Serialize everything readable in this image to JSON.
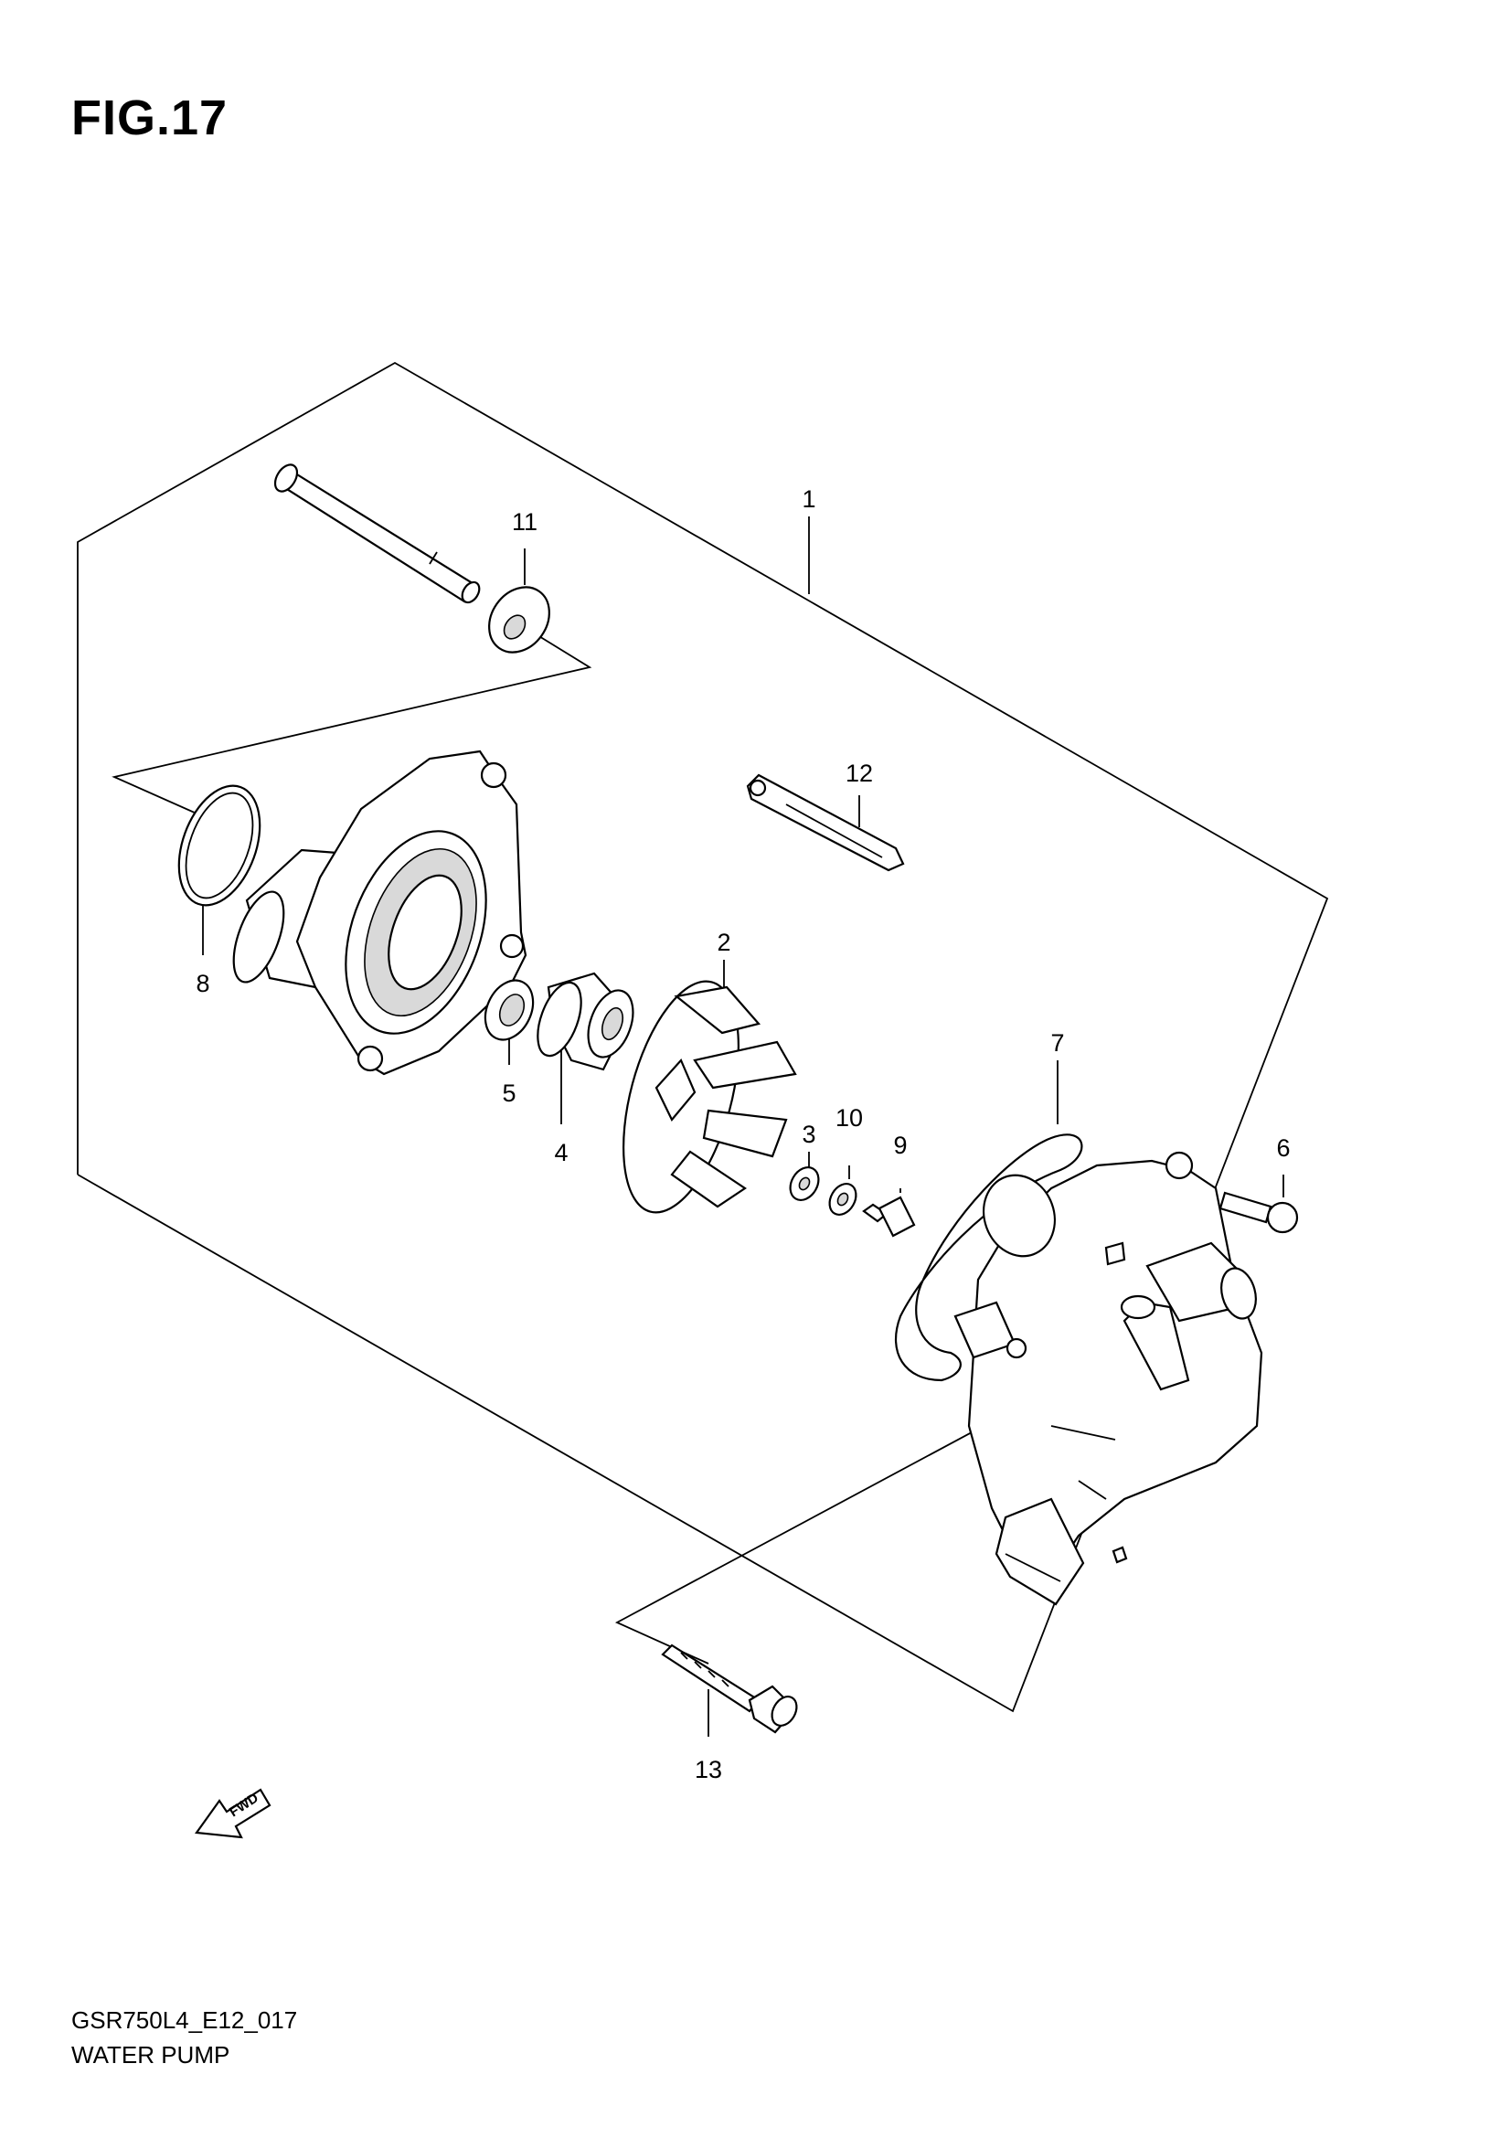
{
  "header": {
    "figure_title": "FIG.17"
  },
  "footer": {
    "drawing_code": "GSR750L4_E12_017",
    "assembly_name": "WATER PUMP"
  },
  "direction_marker": {
    "label": "FWD",
    "icon": "forward-arrow-icon"
  },
  "callouts": {
    "c1": "1",
    "c2": "2",
    "c3": "3",
    "c4": "4",
    "c5": "5",
    "c6": "6",
    "c7": "7",
    "c8": "8",
    "c9": "9",
    "c10": "10",
    "c11": "11",
    "c12": "12",
    "c13": "13"
  }
}
